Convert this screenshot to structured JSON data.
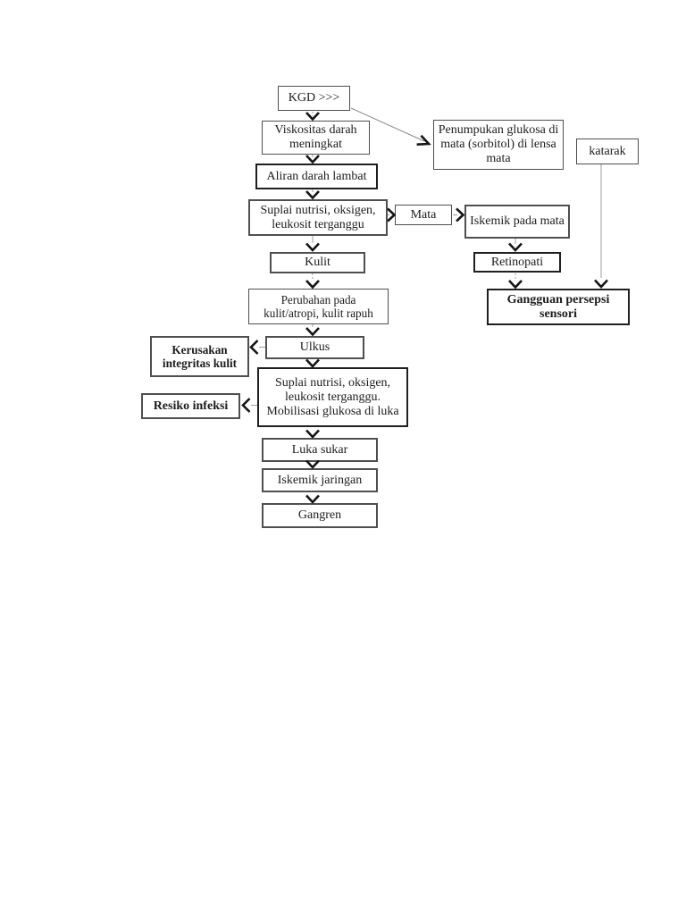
{
  "page": {
    "kind": "scanned flowchart document page",
    "background": "#ffffff"
  },
  "diagram": {
    "title": "Pathway KGD (kadar gula darah) complications flowchart",
    "colors": {
      "bg": "#ffffff",
      "border": "#4f4f4f",
      "border_strong": "#1f1f1f",
      "text": "#1c1c1c",
      "arrow": "#141414",
      "shaft": "#9c9c9c"
    },
    "nodes": {
      "kgd": {
        "label": "KGD >>>"
      },
      "viskositas": {
        "label": "Viskositas darah meningkat"
      },
      "aliran": {
        "label": "Aliran darah lambat"
      },
      "suplai1": {
        "label": "Suplai nutrisi, oksigen, leukosit terganggu"
      },
      "penumpukan": {
        "label": "Penumpukan glukosa di mata (sorbitol) di lensa mata"
      },
      "katarak": {
        "label": "katarak"
      },
      "mata": {
        "label": "Mata"
      },
      "iskemik_mata": {
        "label": "Iskemik pada mata"
      },
      "retinopati": {
        "label": "Retinopati"
      },
      "gangguan": {
        "label": "Gangguan persepsi sensori"
      },
      "kulit": {
        "label": "Kulit"
      },
      "perubahan": {
        "label": "Perubahan pada kulit/atropi, kulit rapuh"
      },
      "kerusakan": {
        "label": "Kerusakan integritas kulit"
      },
      "ulkus": {
        "label": "Ulkus"
      },
      "suplai2": {
        "label": "Suplai nutrisi, oksigen, leukosit terganggu. Mobilisasi glukosa di luka"
      },
      "resiko": {
        "label": "Resiko infeksi"
      },
      "luka_sukar": {
        "label": "Luka sukar"
      },
      "iskemik_jaringan": {
        "label": "Iskemik jaringan"
      },
      "gangren": {
        "label": "Gangren"
      }
    },
    "edges": [
      {
        "from": "kgd",
        "to": "viskositas"
      },
      {
        "from": "kgd",
        "to": "penumpukan"
      },
      {
        "from": "viskositas",
        "to": "aliran"
      },
      {
        "from": "aliran",
        "to": "suplai1"
      },
      {
        "from": "suplai1",
        "to": "mata"
      },
      {
        "from": "mata",
        "to": "iskemik_mata"
      },
      {
        "from": "iskemik_mata",
        "to": "retinopati"
      },
      {
        "from": "retinopati",
        "to": "gangguan"
      },
      {
        "from": "katarak",
        "to": "gangguan"
      },
      {
        "from": "suplai1",
        "to": "kulit"
      },
      {
        "from": "kulit",
        "to": "perubahan"
      },
      {
        "from": "perubahan",
        "to": "ulkus"
      },
      {
        "from": "ulkus",
        "to": "kerusakan"
      },
      {
        "from": "ulkus",
        "to": "suplai2"
      },
      {
        "from": "suplai2",
        "to": "resiko"
      },
      {
        "from": "suplai2",
        "to": "luka_sukar"
      },
      {
        "from": "luka_sukar",
        "to": "iskemik_jaringan"
      },
      {
        "from": "iskemik_jaringan",
        "to": "gangren"
      }
    ]
  }
}
